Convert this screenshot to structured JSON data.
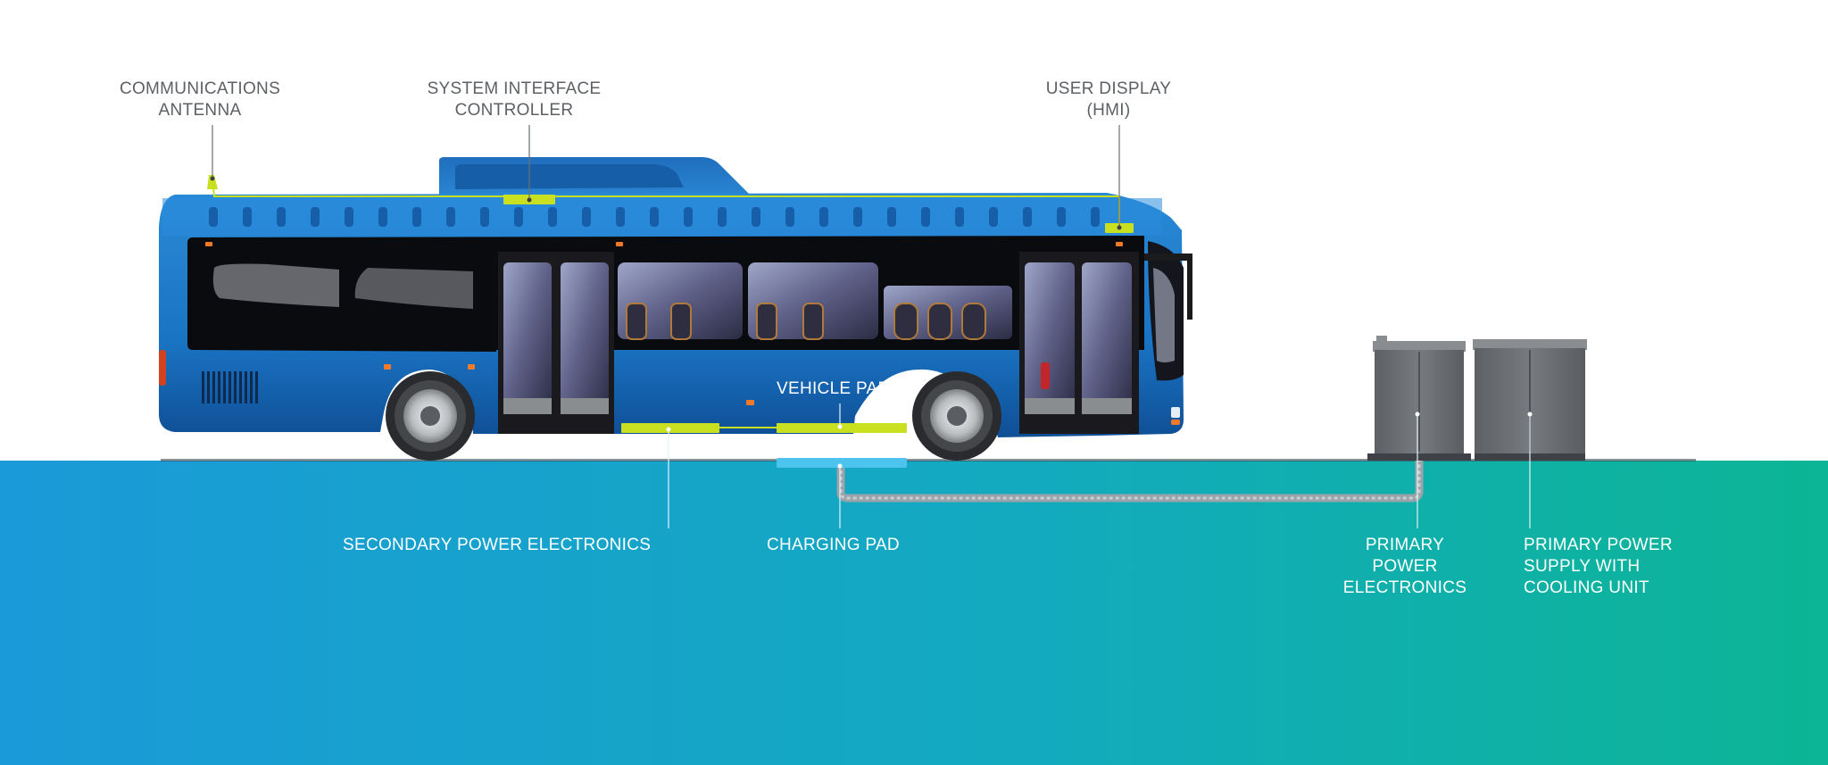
{
  "labels": {
    "communications_antenna": "COMMUNICATIONS\nANTENNA",
    "system_interface_controller": "SYSTEM INTERFACE\nCONTROLLER",
    "user_display": "USER DISPLAY\n(HMI)",
    "vehicle_pad": "VEHICLE PAD",
    "secondary_power_electronics": "SECONDARY POWER ELECTRONICS",
    "charging_pad": "CHARGING PAD",
    "primary_power_electronics": "PRIMARY\nPOWER\nELECTRONICS",
    "primary_power_supply": "PRIMARY POWER\nSUPPLY WITH\nCOOLING UNIT"
  },
  "colors": {
    "bus_body": "#1a78c8",
    "component_accent": "#c8e020",
    "charging_pad": "#4cc4ee",
    "ground_left": "#1a9ad8",
    "ground_right": "#0cb595",
    "cabinet": "#6e7175",
    "label_dark": "#5d6166",
    "label_light": "#ffffff"
  }
}
